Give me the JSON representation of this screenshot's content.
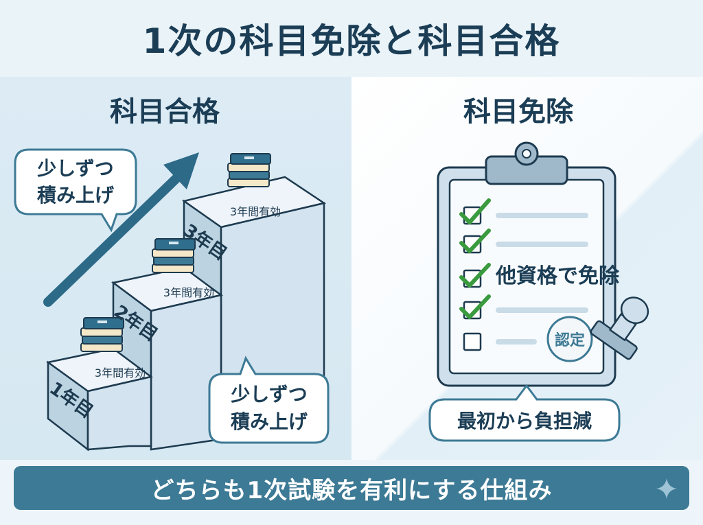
{
  "title": "1次の科目免除と科目合格",
  "left": {
    "heading": "科目合格",
    "bubble_top": [
      "少しずつ",
      "積み上げ"
    ],
    "bubble_bottom": [
      "少しずつ",
      "積み上げ"
    ],
    "steps": [
      {
        "label": "1年目",
        "validity": "3年間有効"
      },
      {
        "label": "2年目",
        "validity": "3年間有効"
      },
      {
        "label": "3年目",
        "validity": "3年間有効"
      }
    ]
  },
  "right": {
    "heading": "科目免除",
    "checklist_label": "他資格で免除",
    "stamp_text": "認定",
    "bubble": "最初から負担減"
  },
  "footer": "どちらも1次試験を有利にする仕組み",
  "colors": {
    "accent": "#3d7a95",
    "check": "#3a9a3e",
    "title": "#1b3d55"
  }
}
